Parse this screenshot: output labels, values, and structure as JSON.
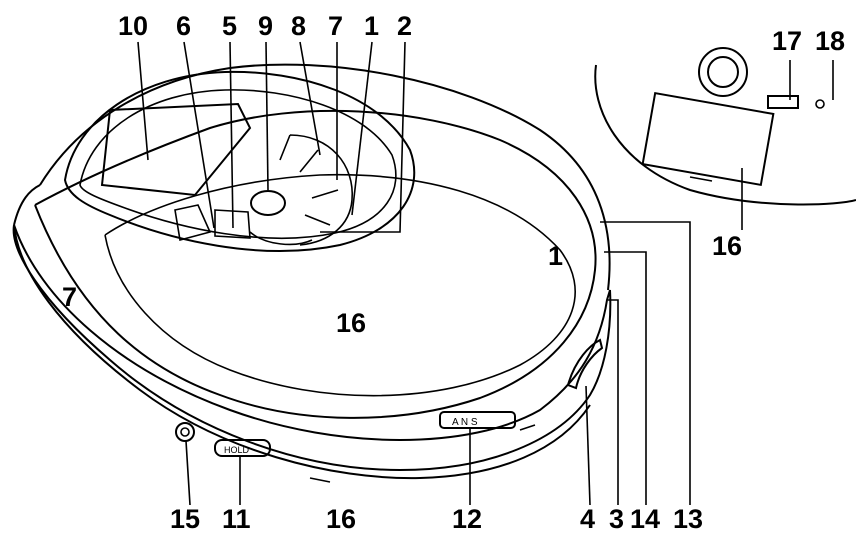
{
  "diagram": {
    "callouts": {
      "c10_top": "10",
      "c6_top": "6",
      "c5_top": "5",
      "c9_top": "9",
      "c8_top": "8",
      "c7_top": "7",
      "c1_top": "1",
      "c2_top": "2",
      "c17_inset": "17",
      "c18_inset": "18",
      "c16_inset": "16",
      "c1_body": "1",
      "c7_left": "7",
      "c16_body": "16",
      "c15_bottom": "15",
      "c11_bottom": "11",
      "c16_bottom": "16",
      "c12_bottom": "12",
      "c4_bottom": "4",
      "c3_bottom": "3",
      "c14_bottom": "14",
      "c13_bottom": "13"
    },
    "hold_switch_text": "HOLD",
    "mode_switch_text": "A N S"
  }
}
